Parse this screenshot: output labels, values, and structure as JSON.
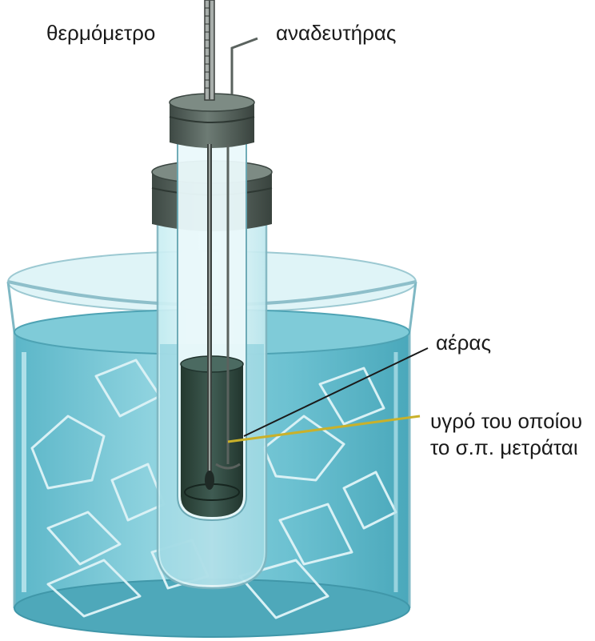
{
  "labels": {
    "thermometer": "θερμόμετρο",
    "stirrer": "αναδευτήρας",
    "air": "αέρας",
    "liquid_line1": "υγρό του οποίου",
    "liquid_line2": "το σ.π. μετράται"
  },
  "colors": {
    "water": "#6fc3d2",
    "water_dark": "#45a7b9",
    "rim": "#e6f6f8",
    "stopper": "#4d5a54",
    "stopper_light": "#6c7a73",
    "liquid": "#2f4a44",
    "liquid_dark": "#1d302b",
    "leader": "#c9b12a",
    "leader_dark": "#1a1a1a"
  }
}
